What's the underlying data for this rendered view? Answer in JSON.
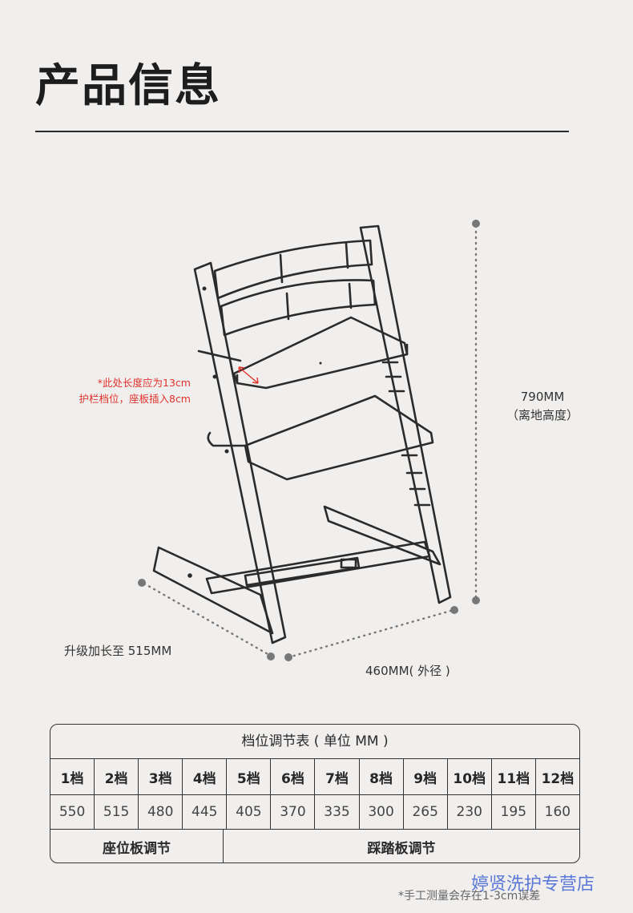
{
  "page": {
    "title": "产品信息"
  },
  "dimensions": {
    "height_value": "790MM",
    "height_desc": "（离地高度）",
    "depth_label": "升级加长至 515MM",
    "width_label": "460MM( 外径 )"
  },
  "note": {
    "line1": "*此处长度应为13cm",
    "line2": "护栏档位，座板插入8cm",
    "color": "#e0322c"
  },
  "table": {
    "title": "档位调节表 ( 单位 MM )",
    "gears": [
      "1档",
      "2档",
      "3档",
      "4档",
      "5档",
      "6档",
      "7档",
      "8档",
      "9档",
      "10档",
      "11档",
      "12档"
    ],
    "values": [
      "550",
      "515",
      "480",
      "445",
      "405",
      "370",
      "335",
      "300",
      "265",
      "230",
      "195",
      "160"
    ],
    "seat_label": "座位板调节",
    "foot_label": "踩踏板调节"
  },
  "watermark": "婷贤洗护专营店",
  "disclaimer": "*手工测量会存在1-3cm误差"
}
